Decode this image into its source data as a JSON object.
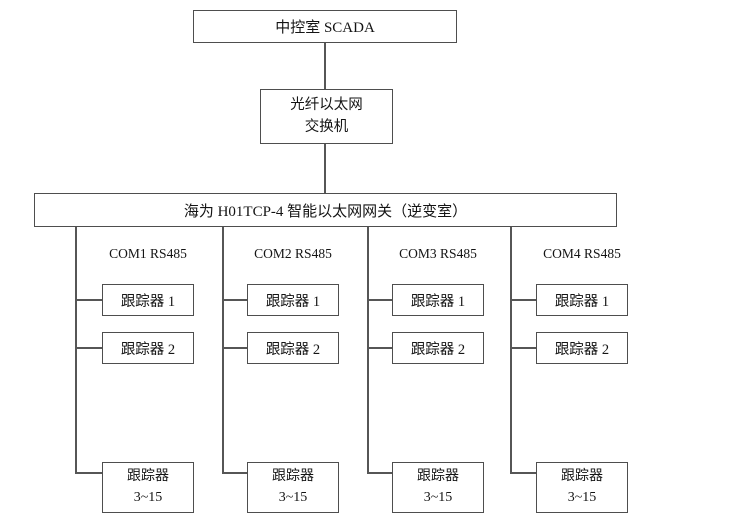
{
  "diagram": {
    "background_color": "#ffffff",
    "line_color": "#565656",
    "border_color": "#4e4e4e",
    "text_color": "#141414",
    "nodes": {
      "scada": {
        "label": "中控室 SCADA"
      },
      "ethernet_switch": {
        "line1": "光纤以太网",
        "line2": "交换机"
      },
      "gateway": {
        "label": "海为 H01TCP-4 智能以太网网关（逆变室）"
      }
    },
    "columns": [
      {
        "port": "COM1 RS485",
        "tracker1": "跟踪器 1",
        "tracker2": "跟踪器 2",
        "range_line1": "跟踪器",
        "range_line2": "3~15"
      },
      {
        "port": "COM2 RS485",
        "tracker1": "跟踪器 1",
        "tracker2": "跟踪器 2",
        "range_line1": "跟踪器",
        "range_line2": "3~15"
      },
      {
        "port": "COM3 RS485",
        "tracker1": "跟踪器 1",
        "tracker2": "跟踪器 2",
        "range_line1": "跟踪器",
        "range_line2": "3~15"
      },
      {
        "port": "COM4 RS485",
        "tracker1": "跟踪器 1",
        "tracker2": "跟踪器 2",
        "range_line1": "跟踪器",
        "range_line2": "3~15"
      }
    ]
  }
}
